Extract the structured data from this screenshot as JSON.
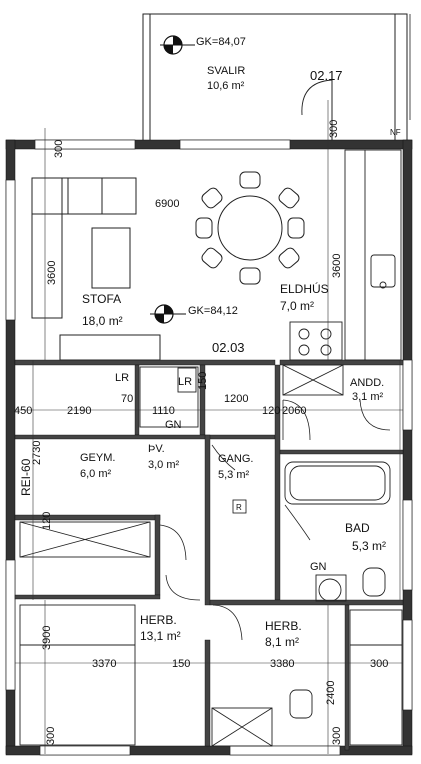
{
  "levels": {
    "top": "GK=84,07",
    "main": "GK=84,12"
  },
  "units": {
    "balcony": "02.17",
    "apartment": "02.03"
  },
  "wall_rating": "REI-60",
  "corner_mark": "NF",
  "rooms": {
    "svalir": {
      "name": "SVALIR",
      "area": "10,6 m²"
    },
    "stofa": {
      "name": "STOFA",
      "area": "18,0 m²"
    },
    "eldhus": {
      "name": "ELDHÚS",
      "area": "7,0 m²"
    },
    "andd": {
      "name": "ANDD.",
      "area": "3,1 m²"
    },
    "geym": {
      "name": "GEYM.",
      "area": "6,0 m²"
    },
    "pv": {
      "name": "ÞV.",
      "area": "3,0 m²"
    },
    "gang": {
      "name": "GANG.",
      "area": "5,3 m²"
    },
    "bad": {
      "name": "BAD",
      "area": "5,3 m²"
    },
    "herb1": {
      "name": "HERB.",
      "area": "13,1 m²"
    },
    "herb2": {
      "name": "HERB.",
      "area": "8,1 m²"
    }
  },
  "labels": {
    "lr1": "LR",
    "lr2": "LR",
    "gn1": "GN",
    "gn2": "GN",
    "r": "R"
  },
  "dimensions": {
    "d300a": "300",
    "d300b": "300",
    "d300c": "300",
    "d300d": "300",
    "d6900": "6900",
    "d3600a": "3600",
    "d3600b": "3600",
    "d450": "450",
    "d2190": "2190",
    "d70": "70",
    "d1110": "1110",
    "d1200": "1200",
    "d120": "120",
    "d2060": "2060",
    "d150a": "150",
    "d2730": "2730",
    "d120b": "120",
    "d3900": "3900",
    "d3370": "3370",
    "d150b": "150",
    "d3380": "3380",
    "d2400": "2400",
    "d300e": "300"
  }
}
